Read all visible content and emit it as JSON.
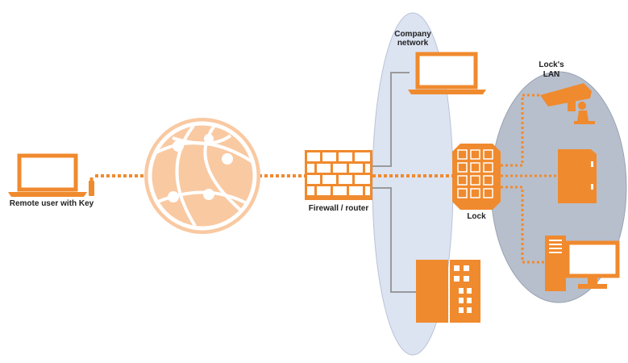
{
  "labels": {
    "remote_user": "Remote user with Key",
    "firewall": "Firewall / router",
    "lock": "Lock",
    "company_network_line1": "Company",
    "company_network_line2": "network",
    "lock_lan_line1": "Lock's",
    "lock_lan_line2": "LAN"
  },
  "icons": {
    "remote_laptop": "laptop-icon",
    "usb_key": "usb-key-icon",
    "internet": "globe-icon",
    "firewall": "firewall-icon",
    "company_laptop": "laptop-icon",
    "company_building": "building-icon",
    "lock": "keypad-lock-icon",
    "camera": "security-camera-icon",
    "door": "door-icon",
    "workstation": "desktop-computer-icon"
  },
  "colors": {
    "accent": "#f08a2e",
    "globe_fill": "#f9c9a2",
    "company_network_fill": "#dce4f2",
    "lock_lan_fill": "#b7bfcc",
    "wire": "#9a9a9a"
  }
}
